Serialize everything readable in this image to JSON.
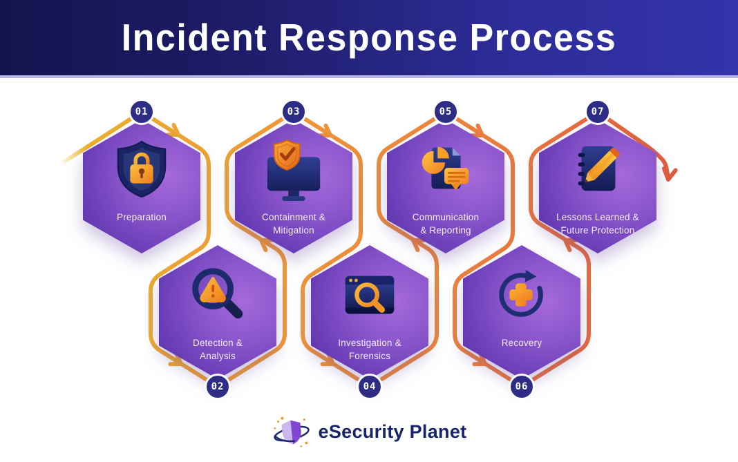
{
  "header": {
    "title": "Incident Response Process"
  },
  "steps": [
    {
      "number": "01",
      "line1": "Preparation",
      "line2": "",
      "icon": "shield-lock-icon"
    },
    {
      "number": "02",
      "line1": "Detection &",
      "line2": "Analysis",
      "icon": "magnifier-alert-icon"
    },
    {
      "number": "03",
      "line1": "Containment &",
      "line2": "Mitigation",
      "icon": "monitor-shield-icon"
    },
    {
      "number": "04",
      "line1": "Investigation &",
      "line2": "Forensics",
      "icon": "browser-search-icon"
    },
    {
      "number": "05",
      "line1": "Communication",
      "line2": "& Reporting",
      "icon": "report-document-icon"
    },
    {
      "number": "06",
      "line1": "Recovery",
      "line2": "",
      "icon": "recovery-refresh-icon"
    },
    {
      "number": "07",
      "line1": "Lessons Learned &",
      "line2": "Future Protection",
      "icon": "notebook-pencil-icon"
    }
  ],
  "footer": {
    "brand": "eSecurity Planet"
  },
  "colors": {
    "header_left": "#14134e",
    "header_right": "#3333ac",
    "hex_dark": "#47289c",
    "hex_light": "#a569da",
    "badge_navy": "#2e2d85",
    "flow_start": "#ecb32a",
    "flow_mid": "#f09a35",
    "flow_end": "#e25a3c",
    "icon_navy": "#1c2a6e",
    "icon_orange": "#f09126"
  }
}
